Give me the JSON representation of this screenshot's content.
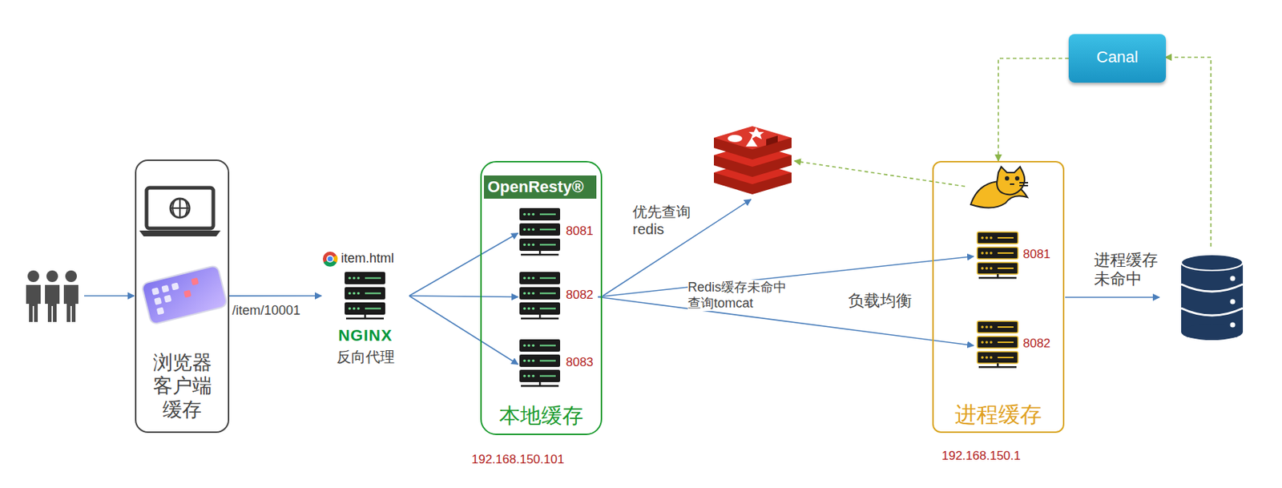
{
  "diagram": {
    "nodes": [
      {
        "text": [
          "浏览器 客户端 缓存"
        ]
      },
      {
        "text": [
          "item.html",
          "NGINX",
          "反向代理"
        ]
      },
      {
        "text": [
          "OpenResty®",
          "本地缓存"
        ]
      },
      {
        "text": [
          "8081"
        ],
        "in": 2
      },
      {
        "text": [
          "8082"
        ],
        "in": 2
      },
      {
        "text": [
          "8083"
        ],
        "in": 2
      },
      {
        "text": [
          "进程缓存"
        ]
      },
      {
        "text": [
          "8081"
        ],
        "in": 6
      },
      {
        "text": [
          "8082"
        ],
        "in": 6
      },
      {
        "text": [
          "Canal"
        ]
      }
    ],
    "edges": [
      {
        "from": 0,
        "to": 1,
        "label": "/item/10001",
        "arrow": "to"
      },
      {
        "from": 1,
        "to": 3,
        "arrow": "to"
      },
      {
        "from": 1,
        "to": 4,
        "arrow": "to"
      },
      {
        "from": 1,
        "to": 5,
        "arrow": "to"
      },
      {
        "from": 4,
        "to": 7,
        "label": "Redis缓存未命中 查询tomcat",
        "arrow": "to"
      },
      {
        "from": 4,
        "to": 8,
        "label": "负载均衡",
        "arrow": "to"
      },
      {
        "from": 9,
        "to": 6,
        "arrow": "to"
      }
    ],
    "labels": [
      "优先查询 redis",
      "进程缓存 未命中",
      "192.168.150.101",
      "192.168.150.1"
    ]
  }
}
